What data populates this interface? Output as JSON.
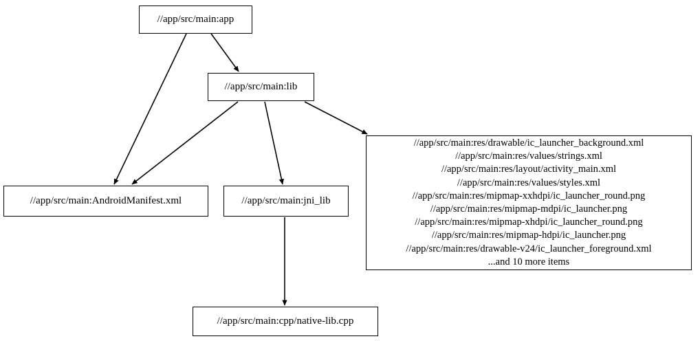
{
  "graph": {
    "type": "directed-dependency-graph",
    "background_color": "#ffffff",
    "node_border_color": "#000000",
    "edge_color": "#000000",
    "nodes": [
      {
        "id": "app",
        "label": "//app/src/main:app"
      },
      {
        "id": "lib",
        "label": "//app/src/main:lib"
      },
      {
        "id": "manifest",
        "label": "//app/src/main:AndroidManifest.xml"
      },
      {
        "id": "jnilib",
        "label": "//app/src/main:jni_lib"
      },
      {
        "id": "nativelib",
        "label": "//app/src/main:cpp/native-lib.cpp"
      },
      {
        "id": "resources",
        "label": "//app/src/main:res/drawable/ic_launcher_background.xml\n//app/src/main:res/values/strings.xml\n//app/src/main:res/layout/activity_main.xml\n//app/src/main:res/values/styles.xml\n//app/src/main:res/mipmap-xxhdpi/ic_launcher_round.png\n//app/src/main:res/mipmap-mdpi/ic_launcher.png\n//app/src/main:res/mipmap-xhdpi/ic_launcher_round.png\n//app/src/main:res/mipmap-hdpi/ic_launcher.png\n//app/src/main:res/drawable-v24/ic_launcher_foreground.xml\n...and 10 more items",
        "lines": [
          "//app/src/main:res/drawable/ic_launcher_background.xml",
          "//app/src/main:res/values/strings.xml",
          "//app/src/main:res/layout/activity_main.xml",
          "//app/src/main:res/values/styles.xml",
          "//app/src/main:res/mipmap-xxhdpi/ic_launcher_round.png",
          "//app/src/main:res/mipmap-mdpi/ic_launcher.png",
          "//app/src/main:res/mipmap-xhdpi/ic_launcher_round.png",
          "//app/src/main:res/mipmap-hdpi/ic_launcher.png",
          "//app/src/main:res/drawable-v24/ic_launcher_foreground.xml",
          "...and 10 more items"
        ]
      }
    ],
    "edges": [
      {
        "from": "app",
        "to": "lib"
      },
      {
        "from": "app",
        "to": "manifest"
      },
      {
        "from": "lib",
        "to": "manifest"
      },
      {
        "from": "lib",
        "to": "jnilib"
      },
      {
        "from": "lib",
        "to": "resources"
      },
      {
        "from": "jnilib",
        "to": "nativelib"
      }
    ]
  }
}
